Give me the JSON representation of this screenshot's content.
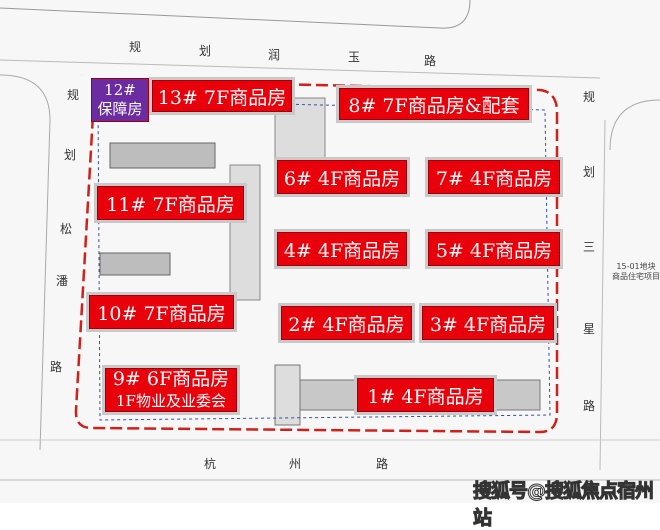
{
  "buildings": [
    {
      "id": "12",
      "label1": "12#",
      "label2": "保障房",
      "color": "#6a2ca0"
    },
    {
      "id": "13",
      "label": "13#  7F商品房"
    },
    {
      "id": "8",
      "label": "8#  7F商品房&配套"
    },
    {
      "id": "6",
      "label": "6#  4F商品房"
    },
    {
      "id": "7",
      "label": "7#  4F商品房"
    },
    {
      "id": "11",
      "label": "11#  7F商品房"
    },
    {
      "id": "4",
      "label": "4#  4F商品房"
    },
    {
      "id": "5",
      "label": "5#  4F商品房"
    },
    {
      "id": "10",
      "label": "10#  7F商品房"
    },
    {
      "id": "2",
      "label": "2#  4F商品房"
    },
    {
      "id": "3",
      "label": "3#  4F商品房"
    },
    {
      "id": "9",
      "label1": "9#  6F商品房",
      "label2": "1F物业及业委会"
    },
    {
      "id": "1",
      "label": "1#  4F商品房"
    }
  ],
  "roads": {
    "top": [
      "规",
      "划",
      "润",
      "玉",
      "路"
    ],
    "left": [
      "规",
      "划",
      "松",
      "潘",
      "路"
    ],
    "right": [
      "规",
      "划",
      "三",
      "星",
      "路"
    ],
    "bottom": [
      "杭",
      "州",
      "路"
    ]
  },
  "neighbor": {
    "line1": "15-01地块",
    "line2": "商品住宅项目"
  },
  "watermark": "搜狐号@搜狐焦点宿州站",
  "colors": {
    "building": "#e8000b",
    "affordable": "#6a2ca0",
    "boundary": "#d0201a"
  }
}
